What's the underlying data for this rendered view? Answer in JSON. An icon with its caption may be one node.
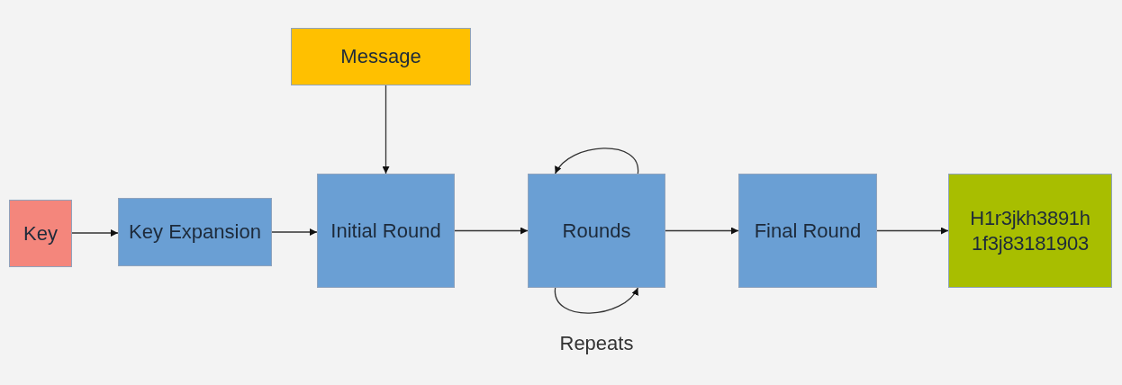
{
  "diagram": {
    "nodes": [
      {
        "text": [
          "Key"
        ]
      },
      {
        "text": [
          "Key Expansion"
        ]
      },
      {
        "text": [
          "Message"
        ]
      },
      {
        "text": [
          "Initial Round"
        ]
      },
      {
        "text": [
          "Rounds"
        ]
      },
      {
        "text": [
          "Final Round"
        ]
      },
      {
        "text": [
          "H1r3jkh3891h 1f3j83181903"
        ]
      }
    ],
    "edges": [
      {
        "from": 0,
        "to": 1,
        "arrow": "to"
      },
      {
        "from": 1,
        "to": 3,
        "arrow": "to"
      },
      {
        "from": 2,
        "to": 3,
        "arrow": "to"
      },
      {
        "from": 3,
        "to": 4,
        "arrow": "to"
      },
      {
        "from": 4,
        "to": 4,
        "arrow": "to"
      },
      {
        "from": 4,
        "to": 4,
        "label": "Repeats",
        "arrow": "to"
      },
      {
        "from": 4,
        "to": 5,
        "arrow": "to"
      },
      {
        "from": 5,
        "to": 6,
        "arrow": "to"
      }
    ]
  }
}
